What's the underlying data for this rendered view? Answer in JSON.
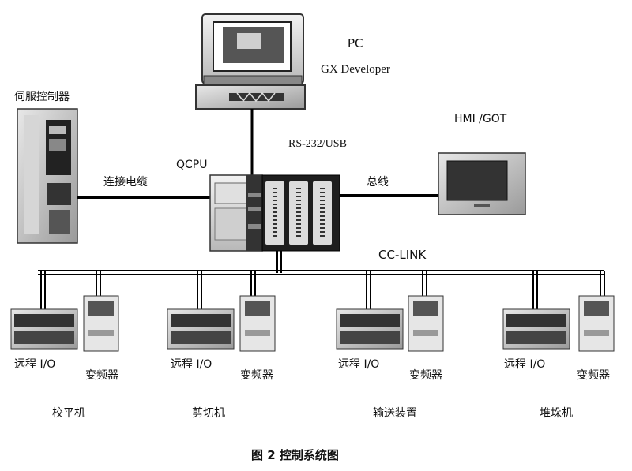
{
  "labels": {
    "pc": "PC",
    "gx_developer": "GX Developer",
    "servo": "伺服控制器",
    "qcpu": "QCPU",
    "hmi": "HMI /GOT",
    "rs232": "RS-232/USB",
    "cable": "连接电缆",
    "bus": "总线",
    "cclink": "CC-LINK",
    "caption": "图 2   控制系统图"
  },
  "stations": [
    {
      "name": "校平机",
      "remote_io": "远程 I/O",
      "inverter": "变频器"
    },
    {
      "name": "剪切机",
      "remote_io": "远程 I/O",
      "inverter": "变频器"
    },
    {
      "name": "输送装置",
      "remote_io": "远程 I/O",
      "inverter": "变频器"
    },
    {
      "name": "堆垛机",
      "remote_io": "远程 I/O",
      "inverter": "变频器"
    }
  ]
}
